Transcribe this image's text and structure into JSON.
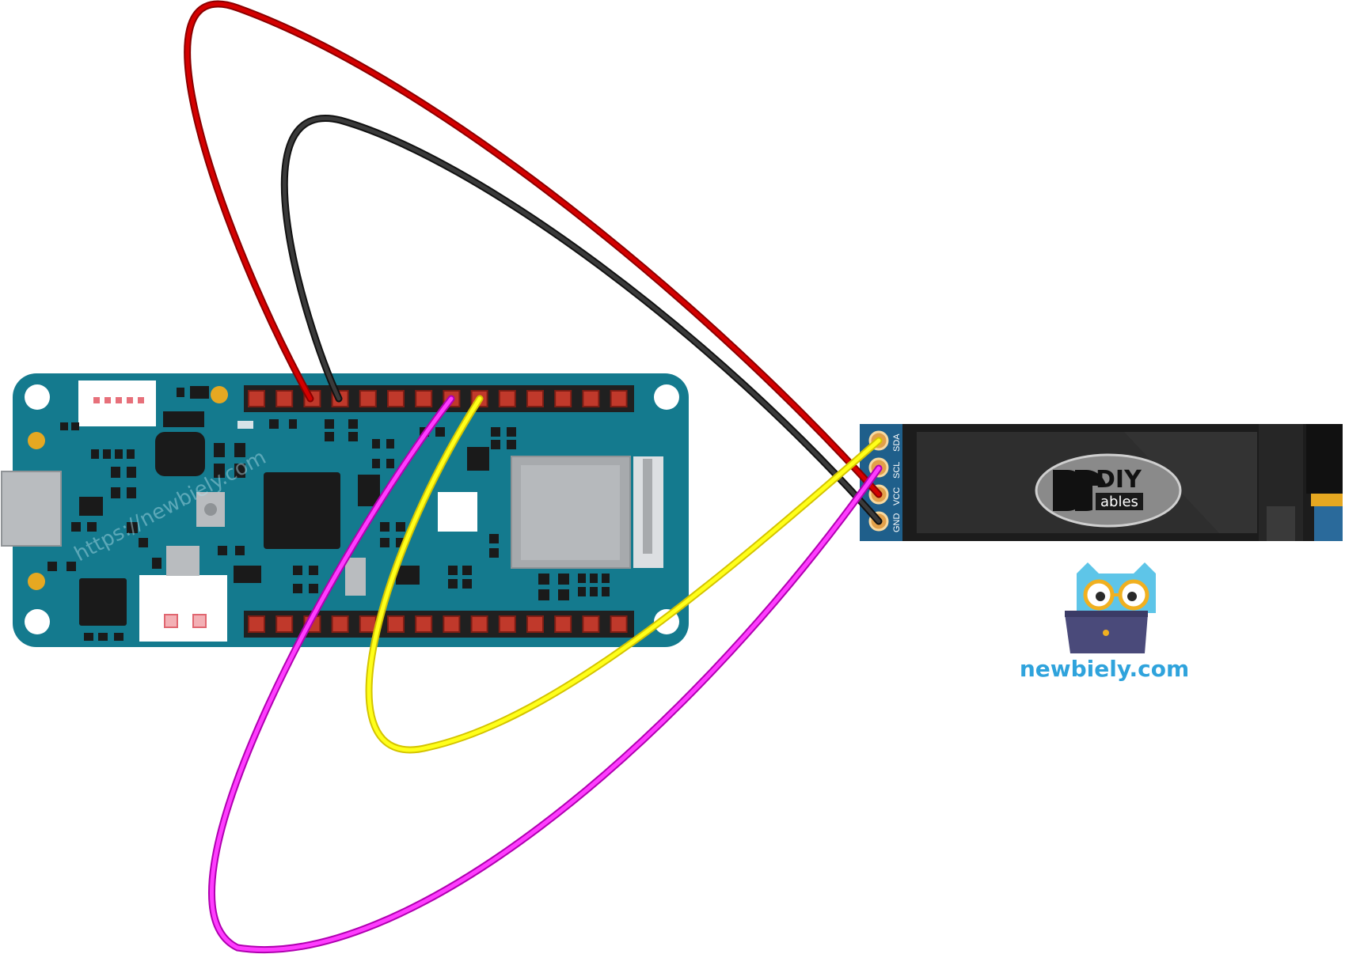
{
  "board": {
    "watermark": "https://newbiely.com",
    "colors": {
      "pcb": "#147a8e",
      "header": "#202020",
      "pin": "#c0392b",
      "chip": "#1a1a1a"
    }
  },
  "oled": {
    "pins": [
      "SDA",
      "SCL",
      "VCC",
      "GND"
    ],
    "logo_word": "DIY",
    "logo_sub": "ables",
    "colors": {
      "pcb": "#1f5f8b",
      "glass": "#222222",
      "screen": "#2a2a2a"
    }
  },
  "brand": {
    "url": "newbiely.com",
    "mascot_icon": "owl-laptop-icon",
    "color": "#2fa3dc"
  },
  "wires": [
    {
      "name": "vcc-wire",
      "color": "#cc0000",
      "from": "board-top-pin-3",
      "to": "oled-VCC"
    },
    {
      "name": "gnd-wire",
      "color": "#2b2b2b",
      "from": "board-top-pin-4",
      "to": "oled-GND"
    },
    {
      "name": "scl-wire",
      "color": "#ee22ee",
      "from": "board-top-pin-8",
      "to": "oled-SCL"
    },
    {
      "name": "sda-wire",
      "color": "#ffee00",
      "from": "board-top-pin-9",
      "to": "oled-SDA"
    }
  ]
}
